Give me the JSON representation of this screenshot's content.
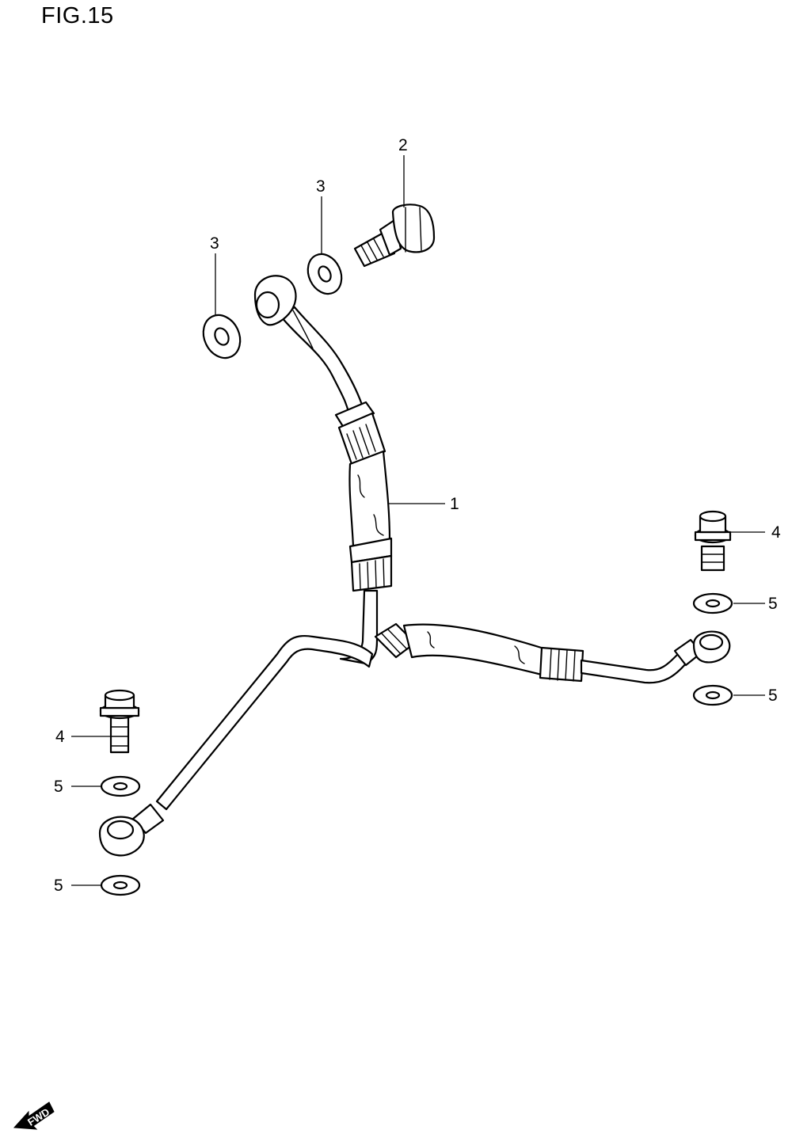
{
  "figure": {
    "title": "FIG.15"
  },
  "callouts": [
    {
      "id": "hose",
      "label": "1"
    },
    {
      "id": "union-bolt",
      "label": "2"
    },
    {
      "id": "washer-upper-right",
      "label": "3"
    },
    {
      "id": "washer-upper-left",
      "label": "3"
    },
    {
      "id": "bolt-right",
      "label": "4"
    },
    {
      "id": "bolt-left",
      "label": "4"
    },
    {
      "id": "washer-right-top",
      "label": "5"
    },
    {
      "id": "washer-right-bottom",
      "label": "5"
    },
    {
      "id": "washer-left-top",
      "label": "5"
    },
    {
      "id": "washer-left-bottom",
      "label": "5"
    }
  ],
  "direction_badge": {
    "label": "FWD"
  }
}
